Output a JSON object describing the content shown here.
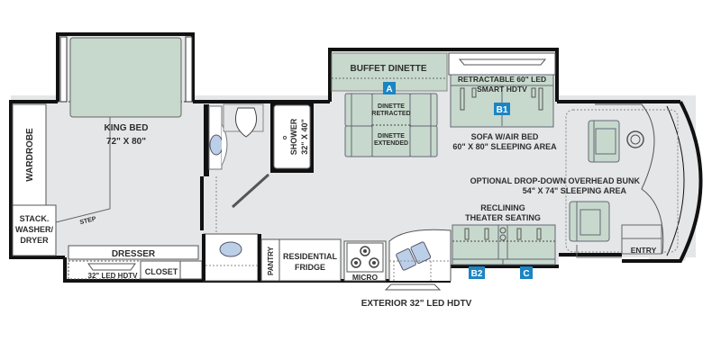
{
  "floorplan": {
    "colors": {
      "floor": "#e4e6e8",
      "furniture_green": "#c7d9cc",
      "furniture_green_dark": "#9fb8a5",
      "fixture_blue": "#bccfe9",
      "badge_blue": "#1b85c4",
      "wall": "#111111",
      "label": "#2e2e2e"
    },
    "labels": {
      "king_bed": "KING BED",
      "king_bed_size": "72\" X 80\"",
      "wardrobe": "WARDROBE",
      "step": "STEP",
      "washer_1": "STACK.",
      "washer_2": "WASHER/",
      "washer_3": "DRYER",
      "dresser": "DRESSER",
      "bedroom_tv": "32\" LED HDTV",
      "closet": "CLOSET",
      "shower": "SHOWER",
      "shower_size": "32\" X 40\"",
      "buffet_dinette": "BUFFET DINETTE",
      "dinette_retracted_1": "DINETTE",
      "dinette_retracted_2": "RETRACTED",
      "dinette_extended_1": "DINETTE",
      "dinette_extended_2": "EXTENDED",
      "retractable_tv_1": "RETRACTABLE 60\" LED",
      "retractable_tv_2": "SMART HDTV",
      "sofa_1": "SOFA W/AIR BED",
      "sofa_2": "60\" X 80\" SLEEPING AREA",
      "bunk_1": "OPTIONAL DROP-DOWN OVERHEAD BUNK",
      "bunk_2": "54\" X 74\" SLEEPING AREA",
      "theater_1": "RECLINING",
      "theater_2": "THEATER SEATING",
      "pantry": "PANTRY",
      "fridge_1": "RESIDENTIAL",
      "fridge_2": "FRIDGE",
      "micro": "MICRO",
      "exterior_tv": "EXTERIOR 32\" LED HDTV",
      "entry": "ENTRY"
    },
    "badges": {
      "a": "A",
      "b1": "B1",
      "b2": "B2",
      "c": "C"
    }
  }
}
